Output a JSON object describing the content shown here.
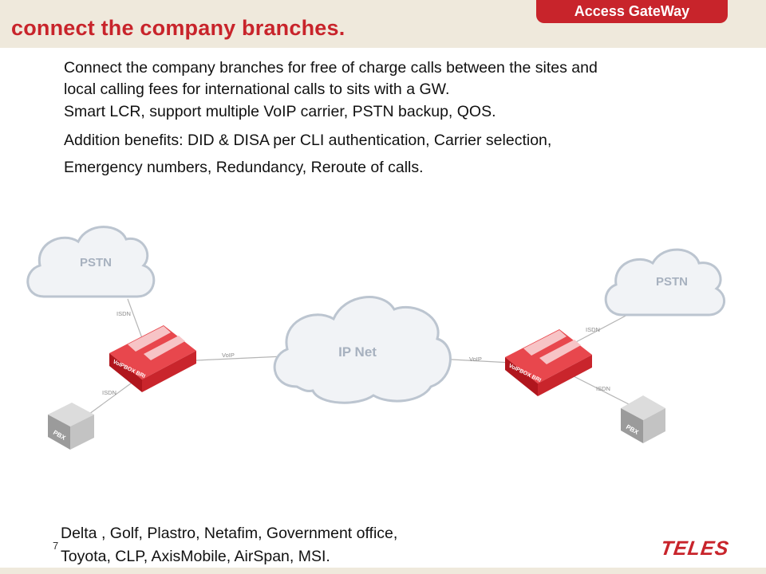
{
  "header": {
    "title": "connect the company branches.",
    "badge": "Access GateWay"
  },
  "body": {
    "line1": "Connect the company branches for free of charge calls between the sites and",
    "line2": "local calling fees for international calls to sits with a GW.",
    "line3": "Smart LCR, support multiple VoIP carrier, PSTN backup, QOS.",
    "line4": "Addition benefits: DID & DISA per CLI authentication, Carrier selection,",
    "line5": "Emergency numbers, Redundancy, Reroute of calls."
  },
  "diagram": {
    "left_cloud": "PSTN",
    "right_cloud": "PSTN",
    "center_cloud": "IP Net",
    "link_isdn": "ISDN",
    "link_voip": "VoIP",
    "gateway_label": "VoIPBOX BRI",
    "pbx_label": "PBX"
  },
  "footer": {
    "customers_line1": "Delta , Golf, Plastro, Netafim, Government office,",
    "customers_line2": "Toyota, CLP, AxisMobile, AirSpan, MSI.",
    "slide_number": "7",
    "logo": "TELES"
  },
  "colors": {
    "brand_red": "#c8242b",
    "header_band": "#efe9dc",
    "cloud_fill": "#f1f3f6",
    "cloud_stroke": "#bcc5d0",
    "line": "#b5b5b5"
  }
}
